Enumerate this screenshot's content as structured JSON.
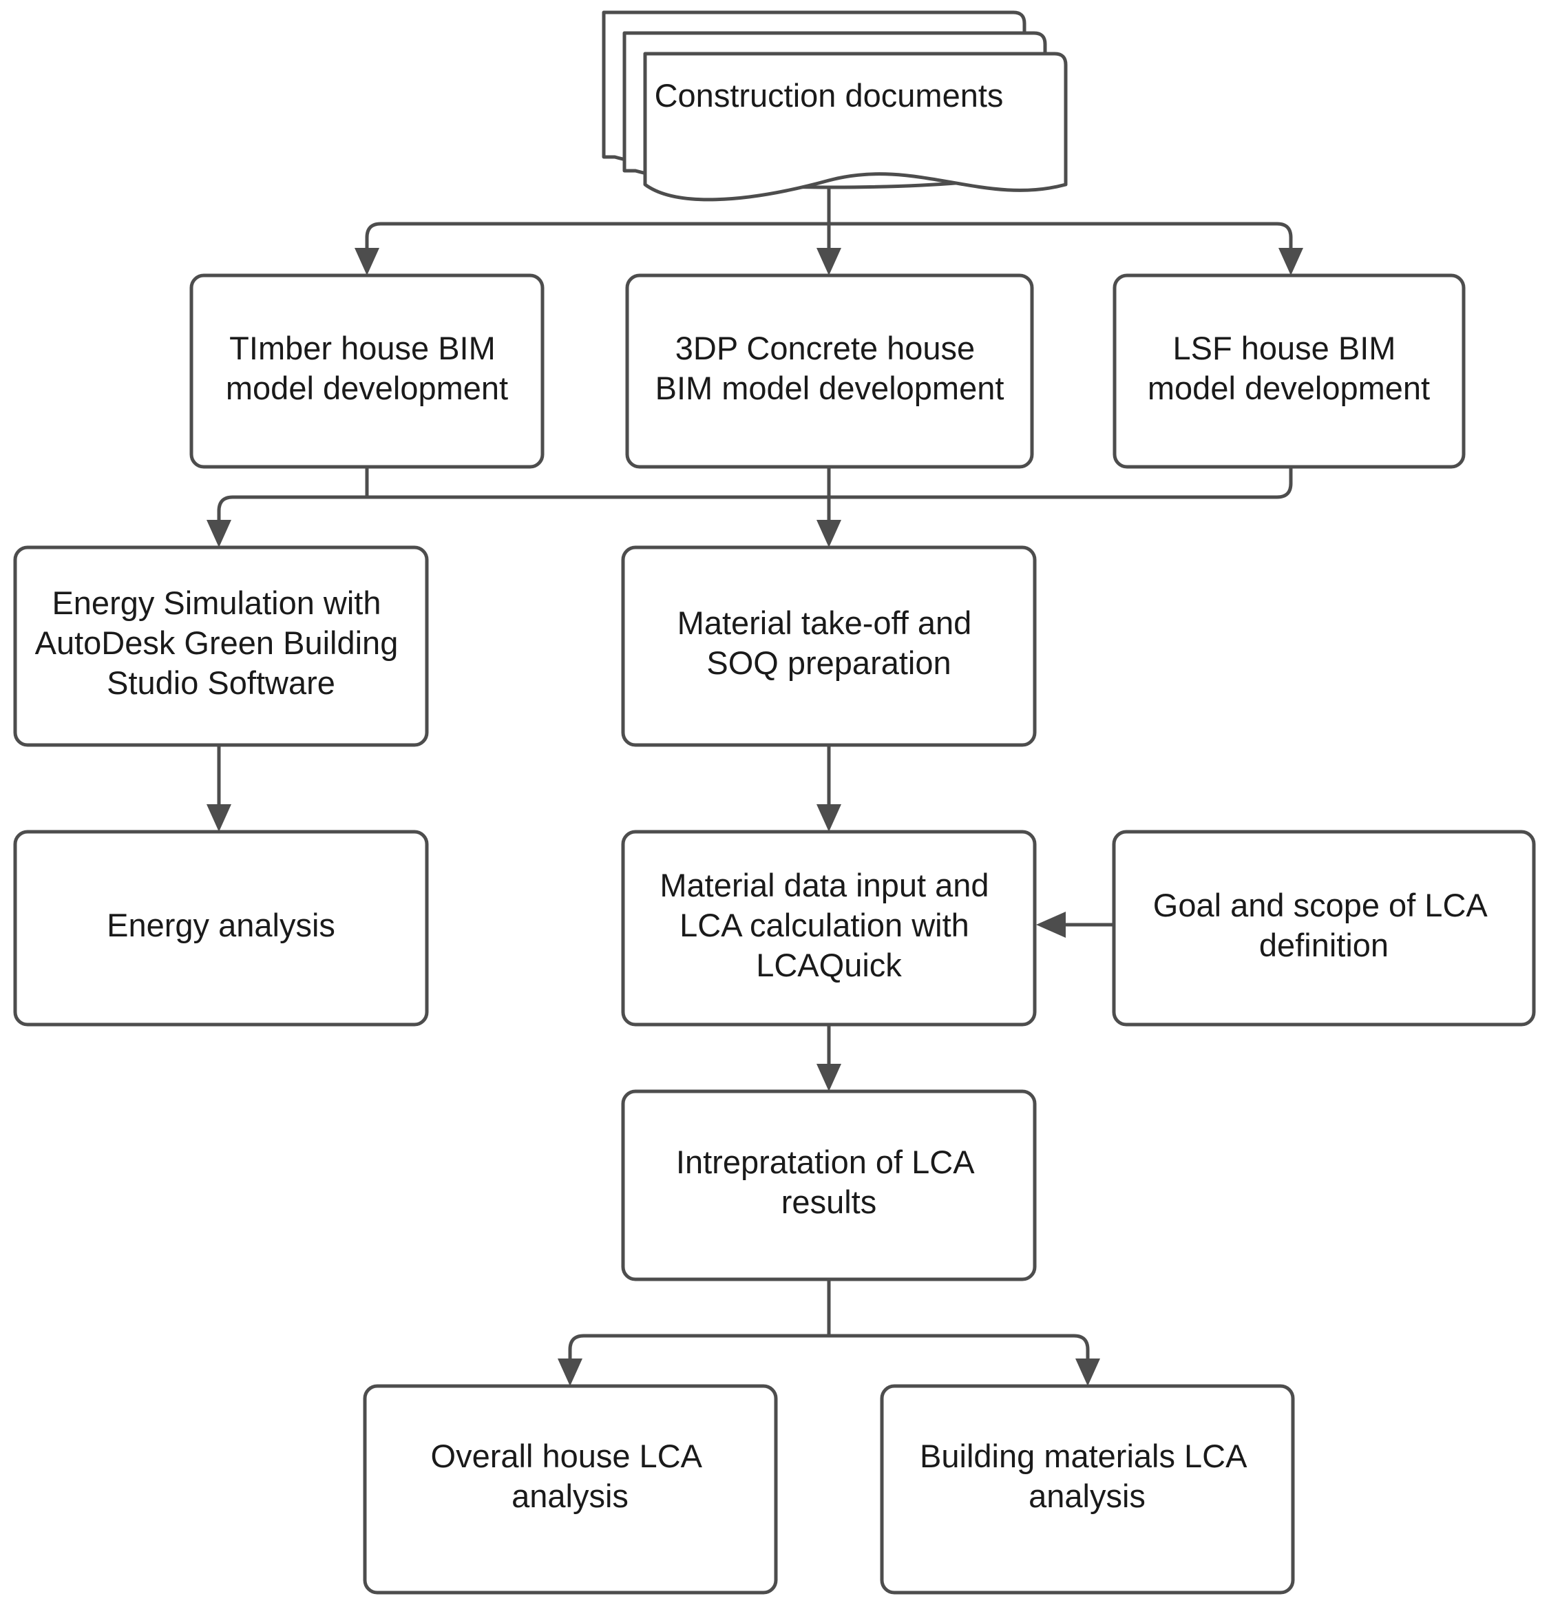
{
  "diagram": {
    "title": "LCA and energy analysis workflow flowchart",
    "colors": {
      "stroke": "#4d4d4d",
      "fill": "#ffffff",
      "text": "#1a1a1a",
      "background": "#ffffff"
    },
    "nodes": [
      {
        "id": "construction-documents",
        "shape": "multi-document",
        "lines": [
          "Construction documents"
        ]
      },
      {
        "id": "timber-bim",
        "shape": "rounded-rect",
        "lines": [
          "TImber house BIM",
          "model development"
        ]
      },
      {
        "id": "concrete-bim",
        "shape": "rounded-rect",
        "lines": [
          "3DP Concrete house",
          "BIM model  development"
        ]
      },
      {
        "id": "lsf-bim",
        "shape": "rounded-rect",
        "lines": [
          "LSF house  BIM",
          "model  development"
        ]
      },
      {
        "id": "energy-simulation",
        "shape": "rounded-rect",
        "lines": [
          "Energy Simulation with",
          "AutoDesk Green Building",
          "Studio Software"
        ]
      },
      {
        "id": "material-takeoff",
        "shape": "rounded-rect",
        "lines": [
          "Material take-off and",
          "SOQ preparation"
        ]
      },
      {
        "id": "energy-analysis",
        "shape": "rounded-rect",
        "lines": [
          "Energy analysis"
        ]
      },
      {
        "id": "lca-calculation",
        "shape": "rounded-rect",
        "lines": [
          "Material data input and",
          "LCA calculation with",
          "LCAQuick"
        ]
      },
      {
        "id": "goal-scope",
        "shape": "rounded-rect",
        "lines": [
          "Goal and scope of LCA",
          "definition"
        ]
      },
      {
        "id": "lca-interpretation",
        "shape": "rounded-rect",
        "lines": [
          "Intrepratation of LCA",
          "results"
        ]
      },
      {
        "id": "overall-house-lca",
        "shape": "rounded-rect",
        "lines": [
          "Overall house LCA",
          "analysis"
        ]
      },
      {
        "id": "building-materials-lca",
        "shape": "rounded-rect",
        "lines": [
          "Building materials LCA",
          "analysis"
        ]
      }
    ],
    "edges": [
      {
        "from": "construction-documents",
        "to": "timber-bim"
      },
      {
        "from": "construction-documents",
        "to": "concrete-bim"
      },
      {
        "from": "construction-documents",
        "to": "lsf-bim"
      },
      {
        "from": "timber-bim",
        "to": "energy-simulation"
      },
      {
        "from": "timber-bim",
        "to": "material-takeoff"
      },
      {
        "from": "concrete-bim",
        "to": "energy-simulation"
      },
      {
        "from": "concrete-bim",
        "to": "material-takeoff"
      },
      {
        "from": "lsf-bim",
        "to": "energy-simulation"
      },
      {
        "from": "lsf-bim",
        "to": "material-takeoff"
      },
      {
        "from": "energy-simulation",
        "to": "energy-analysis"
      },
      {
        "from": "material-takeoff",
        "to": "lca-calculation"
      },
      {
        "from": "goal-scope",
        "to": "lca-calculation"
      },
      {
        "from": "lca-calculation",
        "to": "lca-interpretation"
      },
      {
        "from": "lca-interpretation",
        "to": "overall-house-lca"
      },
      {
        "from": "lca-interpretation",
        "to": "building-materials-lca"
      }
    ]
  }
}
